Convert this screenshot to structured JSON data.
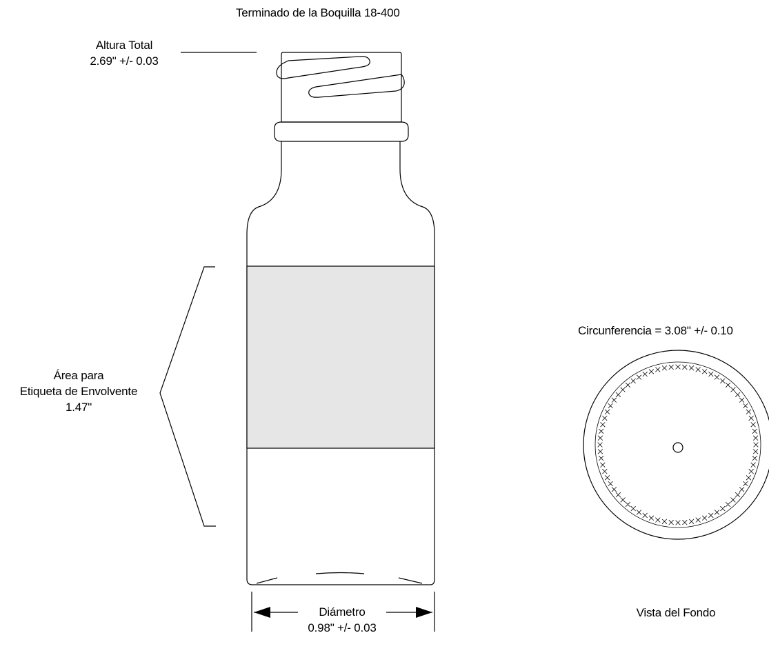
{
  "finish_label": "Terminado de la Boquilla 18-400",
  "overall_height": {
    "label": "Altura Total",
    "value": "2.69\" +/- 0.03"
  },
  "label_area": {
    "line1": "Área para",
    "line2": "Etiqueta de Envolvente",
    "value": "1.47\""
  },
  "diameter": {
    "label": "Diámetro",
    "value": "0.98\" +/- 0.03"
  },
  "circumference": "Circunferencia = 3.08\" +/- 0.10",
  "bottom_view": "Vista del Fondo",
  "colors": {
    "line": "#000000",
    "label_fill": "#e6e6e6",
    "background": "#ffffff"
  }
}
